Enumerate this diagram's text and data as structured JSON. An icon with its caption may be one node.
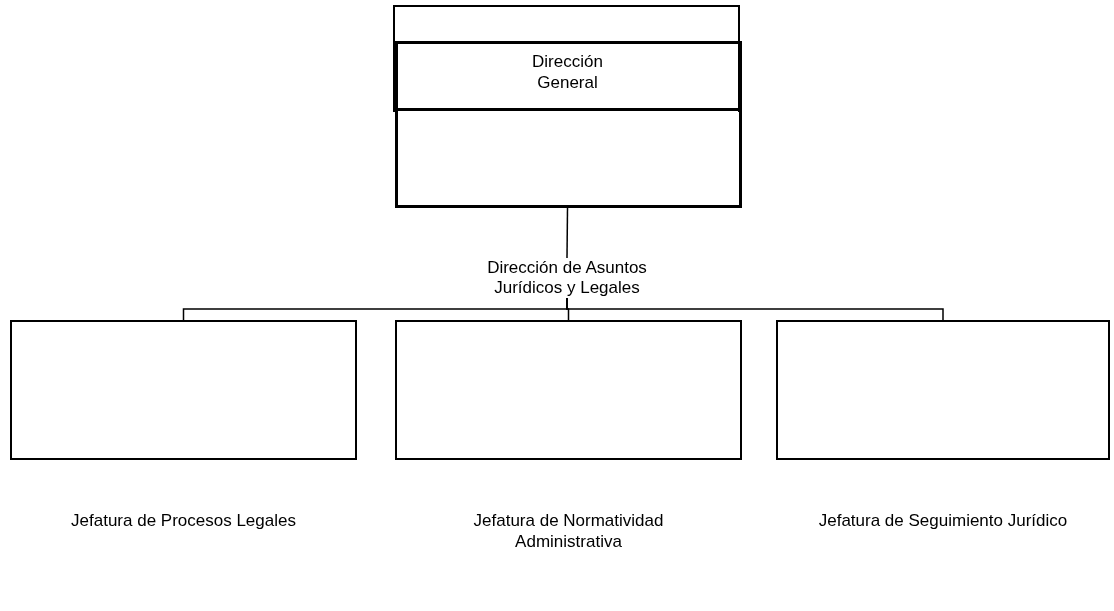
{
  "diagram": {
    "nodes": [
      {
        "text": [
          "Dirección General"
        ]
      },
      {
        "text": [
          "Dirección de Asuntos Jurídicos y Legales"
        ]
      },
      {
        "text": [],
        "shape": "box",
        "beside": [
          "Jefatura de Procesos Legales"
        ]
      },
      {
        "text": [],
        "shape": "box",
        "beside": [
          "Jefatura de Normatividad Administrativa"
        ]
      },
      {
        "text": [],
        "shape": "box",
        "beside": [
          "Jefatura de Seguimiento Jurídico"
        ]
      }
    ],
    "edges": [
      {
        "from": 0,
        "to": 1,
        "arrow": "none"
      },
      {
        "from": 1,
        "to": 2,
        "arrow": "none"
      },
      {
        "from": 1,
        "to": 3,
        "arrow": "none"
      },
      {
        "from": 1,
        "to": 4,
        "arrow": "none"
      }
    ]
  }
}
